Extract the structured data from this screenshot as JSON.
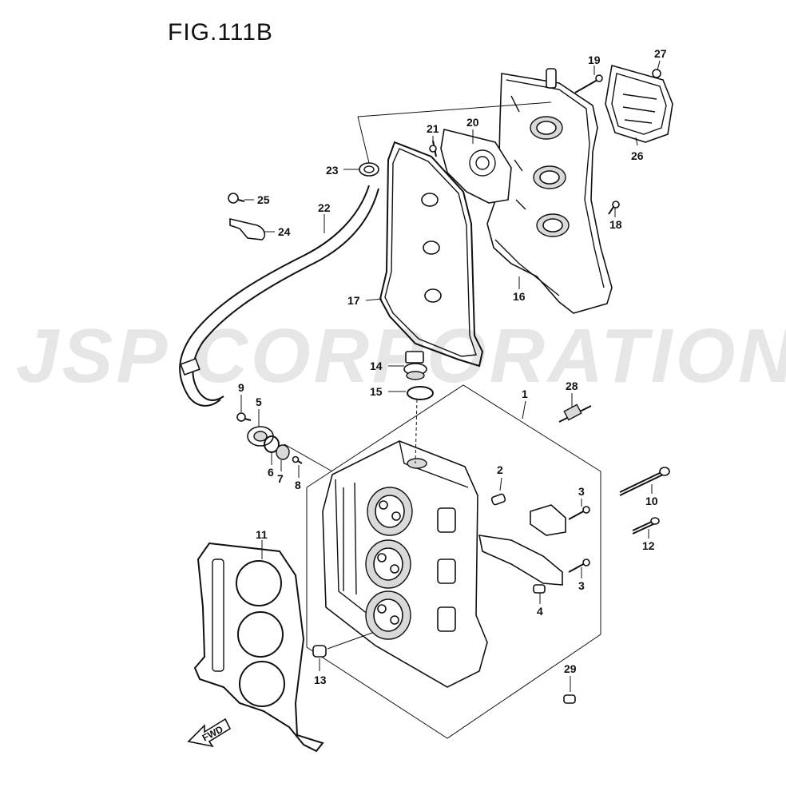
{
  "figure": {
    "title": "FIG.111B",
    "watermark": "JSP CORPORATION",
    "fwd_label": "FWD"
  },
  "callouts": [
    {
      "id": "c1",
      "label": "1"
    },
    {
      "id": "c2",
      "label": "2"
    },
    {
      "id": "c3a",
      "label": "3"
    },
    {
      "id": "c3b",
      "label": "3"
    },
    {
      "id": "c4",
      "label": "4"
    },
    {
      "id": "c5",
      "label": "5"
    },
    {
      "id": "c6",
      "label": "6"
    },
    {
      "id": "c7",
      "label": "7"
    },
    {
      "id": "c8",
      "label": "8"
    },
    {
      "id": "c9",
      "label": "9"
    },
    {
      "id": "c10",
      "label": "10"
    },
    {
      "id": "c11",
      "label": "11"
    },
    {
      "id": "c12",
      "label": "12"
    },
    {
      "id": "c13",
      "label": "13"
    },
    {
      "id": "c14",
      "label": "14"
    },
    {
      "id": "c15",
      "label": "15"
    },
    {
      "id": "c16",
      "label": "16"
    },
    {
      "id": "c17",
      "label": "17"
    },
    {
      "id": "c18",
      "label": "18"
    },
    {
      "id": "c19",
      "label": "19"
    },
    {
      "id": "c20",
      "label": "20"
    },
    {
      "id": "c21",
      "label": "21"
    },
    {
      "id": "c22",
      "label": "22"
    },
    {
      "id": "c23",
      "label": "23"
    },
    {
      "id": "c24",
      "label": "24"
    },
    {
      "id": "c25",
      "label": "25"
    },
    {
      "id": "c26",
      "label": "26"
    },
    {
      "id": "c27",
      "label": "27"
    },
    {
      "id": "c28",
      "label": "28"
    },
    {
      "id": "c29",
      "label": "29"
    }
  ]
}
